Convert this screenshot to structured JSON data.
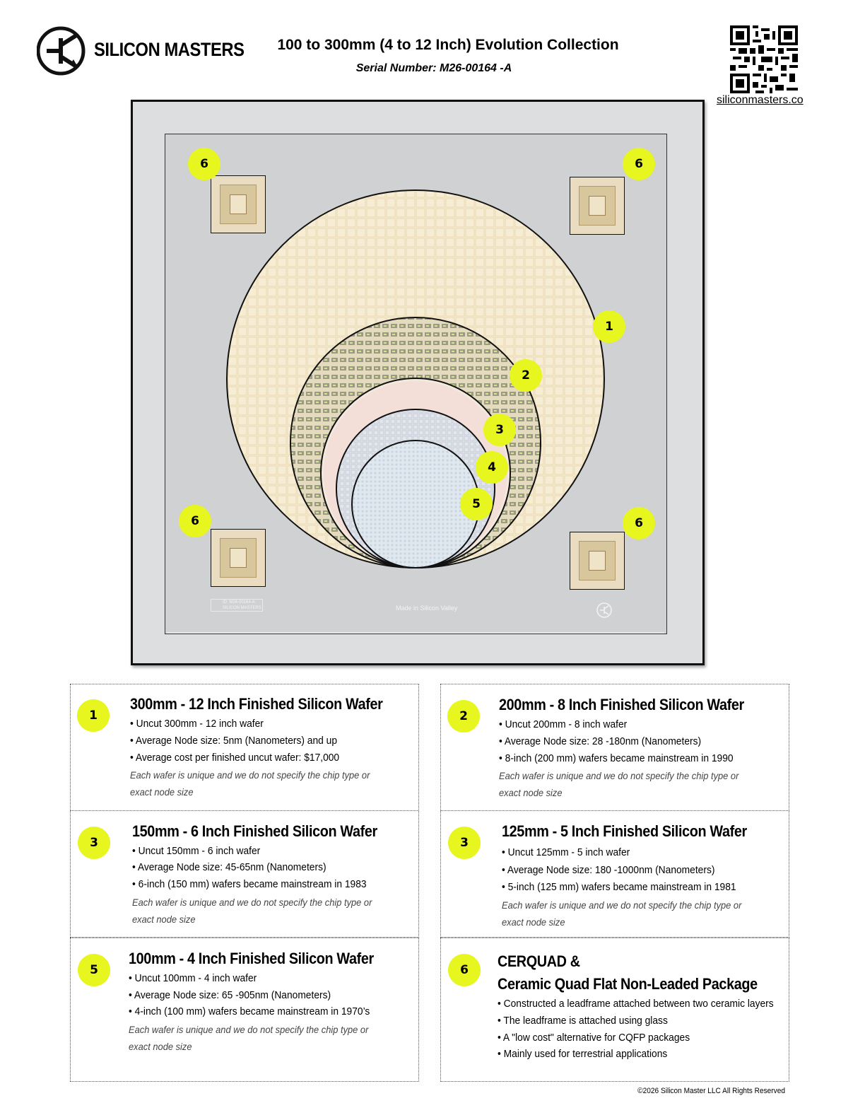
{
  "header": {
    "brand": "SILICON MASTERS",
    "title": "100 to 300mm (4 to 12 Inch) Evolution Collection",
    "serial": "Serial Number: M26-00164 -A",
    "website": "siliconmasters.co"
  },
  "display": {
    "bottom_label": "Made in Silicon Valley",
    "id_label_line1": "ID: M26-00164-A",
    "id_label_line2": "SILICON MASTERS",
    "markers": {
      "wafer1": "1",
      "wafer2": "2",
      "wafer3": "3",
      "wafer4": "4",
      "wafer5": "5",
      "package": "6"
    }
  },
  "cards": [
    {
      "badge": "1",
      "title": "300mm - 12 Inch Finished Silicon Wafer",
      "lines": [
        "• Uncut 300mm - 12 inch wafer",
        "• Average Node size: 5nm (Nanometers) and up",
        "• Average cost per finished uncut wafer: $17,000"
      ],
      "note": "Each wafer is unique and we do not specify the chip type or exact node size"
    },
    {
      "badge": "2",
      "title": "200mm - 8 Inch Finished Silicon Wafer",
      "lines": [
        "• Uncut 200mm - 8 inch wafer",
        "• Average Node size: 28 -180nm (Nanometers)",
        "• 8-inch (200 mm) wafers became mainstream in 1990"
      ],
      "note": "Each wafer is unique and we do not specify the chip type or exact node size"
    },
    {
      "badge": "3",
      "title": "150mm - 6 Inch Finished Silicon Wafer",
      "lines": [
        "• Uncut 150mm - 6 inch wafer",
        "• Average Node size: 45-65nm (Nanometers)",
        "• 6-inch (150 mm) wafers became mainstream in 1983"
      ],
      "note": "Each wafer is unique and we do not specify the chip type or exact node size"
    },
    {
      "badge": "3",
      "title": "125mm - 5 Inch Finished Silicon Wafer",
      "lines": [
        "• Uncut 125mm - 5 inch wafer",
        "• Average Node size: 180 -1000nm (Nanometers)",
        "•  5-inch (125 mm) wafers became mainstream in 1981"
      ],
      "note": "Each wafer is unique and we do not specify the chip type or exact node size"
    },
    {
      "badge": "5",
      "title": "100mm - 4 Inch Finished Silicon Wafer",
      "lines": [
        "• Uncut 100mm - 4 inch wafer",
        "• Average Node size: 65 -905nm (Nanometers)",
        "• 4-inch (100 mm) wafers became mainstream in 1970’s"
      ],
      "note": "Each wafer is unique and we do not specify the chip type or exact node size"
    },
    {
      "badge": "6",
      "title": "CERQUAD &",
      "title2": "Ceramic Quad Flat Non-Leaded Package",
      "lines": [
        "•  Constructed a leadframe attached between two ceramic layers",
        "•  The leadframe is attached using glass",
        "•  A \"low cost\" alternative for CQFP packages",
        "•  Mainly used for terrestrial applications"
      ]
    }
  ],
  "footer": {
    "copyright": "©2026  Silicon Master LLC All Rights Reserved"
  },
  "icons": {
    "logo": "silicon-masters-transistor-logo",
    "qr": "qr-code",
    "mat_logo": "silicon-masters-logo-mark"
  },
  "colors": {
    "badge": "#e6f61e",
    "mat": "#cfd1d3",
    "frame": "#111111"
  }
}
